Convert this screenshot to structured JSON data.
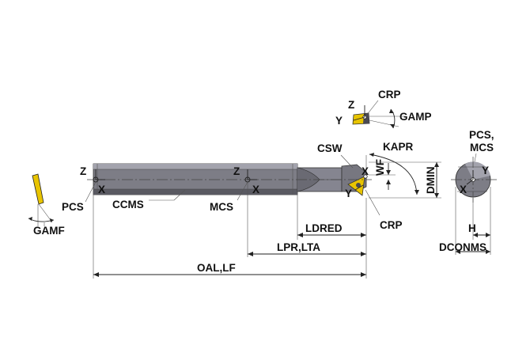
{
  "colors": {
    "tool_body": "#7d7d86",
    "tool_dark": "#4d4d55",
    "tool_light": "#a3a3ad",
    "insert_yellow": "#e8c400",
    "insert_dark": "#4a4a52",
    "lines": "#222222",
    "background": "#ffffff"
  },
  "labels": {
    "crp_top": "CRP",
    "z_top": "Z",
    "y_top": "Y",
    "gamp": "GAMP",
    "csw": "CSW",
    "kapr": "KAPR",
    "wf": "WF",
    "dmin": "DMIN",
    "x_tip": "X",
    "y_tip": "Y",
    "crp_tip": "CRP",
    "z_mid": "Z",
    "x_mid": "X",
    "mcs_mid": "MCS",
    "ccms": "CCMS",
    "z_left": "Z",
    "x_left": "X",
    "pcs_left": "PCS",
    "gamf": "GAMF",
    "ldred": "LDRED",
    "lpr_lta": "LPR,LTA",
    "oal_lf": "OAL,LF",
    "pcs_mcs_1": "PCS,",
    "pcs_mcs_2": "MCS",
    "y_end": "Y",
    "x_end": "X",
    "h": "H",
    "dconms": "DCONMS"
  }
}
